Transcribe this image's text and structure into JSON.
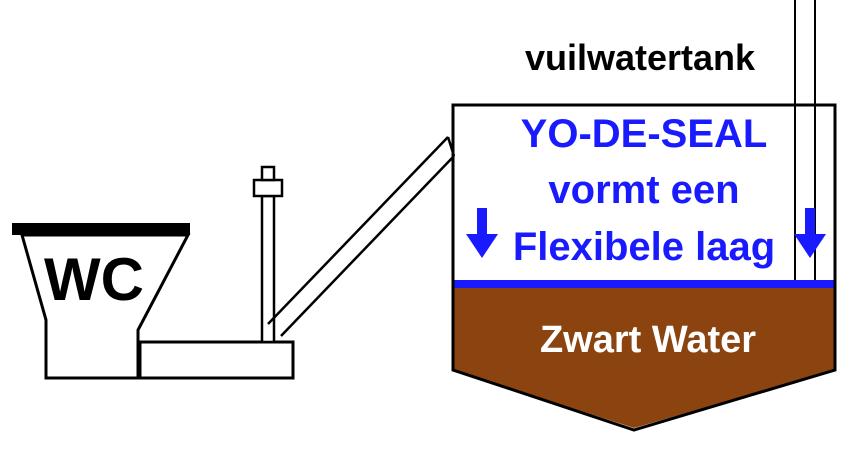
{
  "tank_label": "vuilwatertank",
  "toilet_label": "WC",
  "seal_lines": [
    "YO-DE-SEAL",
    "vormt een",
    "Flexibele laag"
  ],
  "water_label": "Zwart Water",
  "colors": {
    "seal_text": "#1a1aff",
    "seal_layer": "#1a1aff",
    "black_water": "#8b4410",
    "water_text": "#ffffff",
    "outline": "#000000"
  },
  "icons": [
    "down-arrow-icon",
    "down-arrow-icon"
  ]
}
